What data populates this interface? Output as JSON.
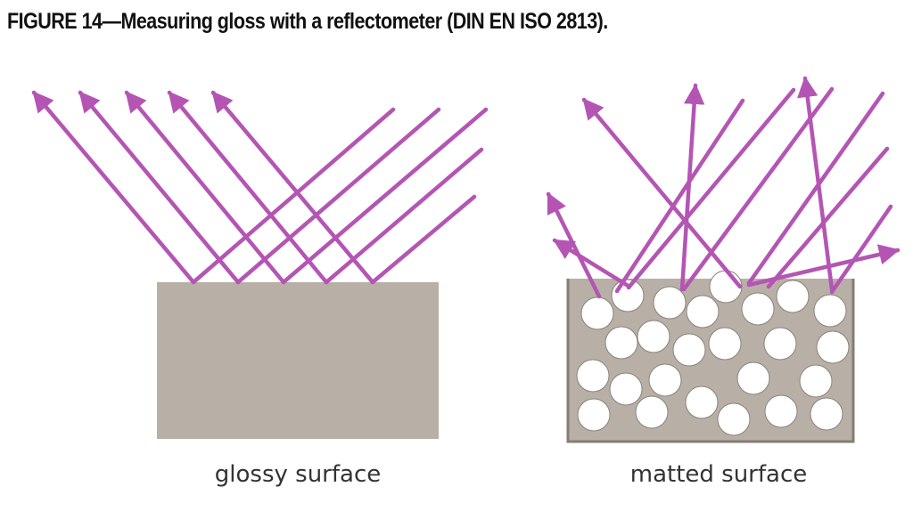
{
  "figure": {
    "title": "FIGURE 14—Measuring gloss with a reflectometer (DIN EN ISO 2813).",
    "glossy_caption": "glossy surface",
    "matted_caption": "matted surface"
  },
  "colors": {
    "ray": "#b455b4",
    "surface": "#b8b0a6",
    "surface_edge": "#857d74",
    "particle": "#ffffff"
  }
}
